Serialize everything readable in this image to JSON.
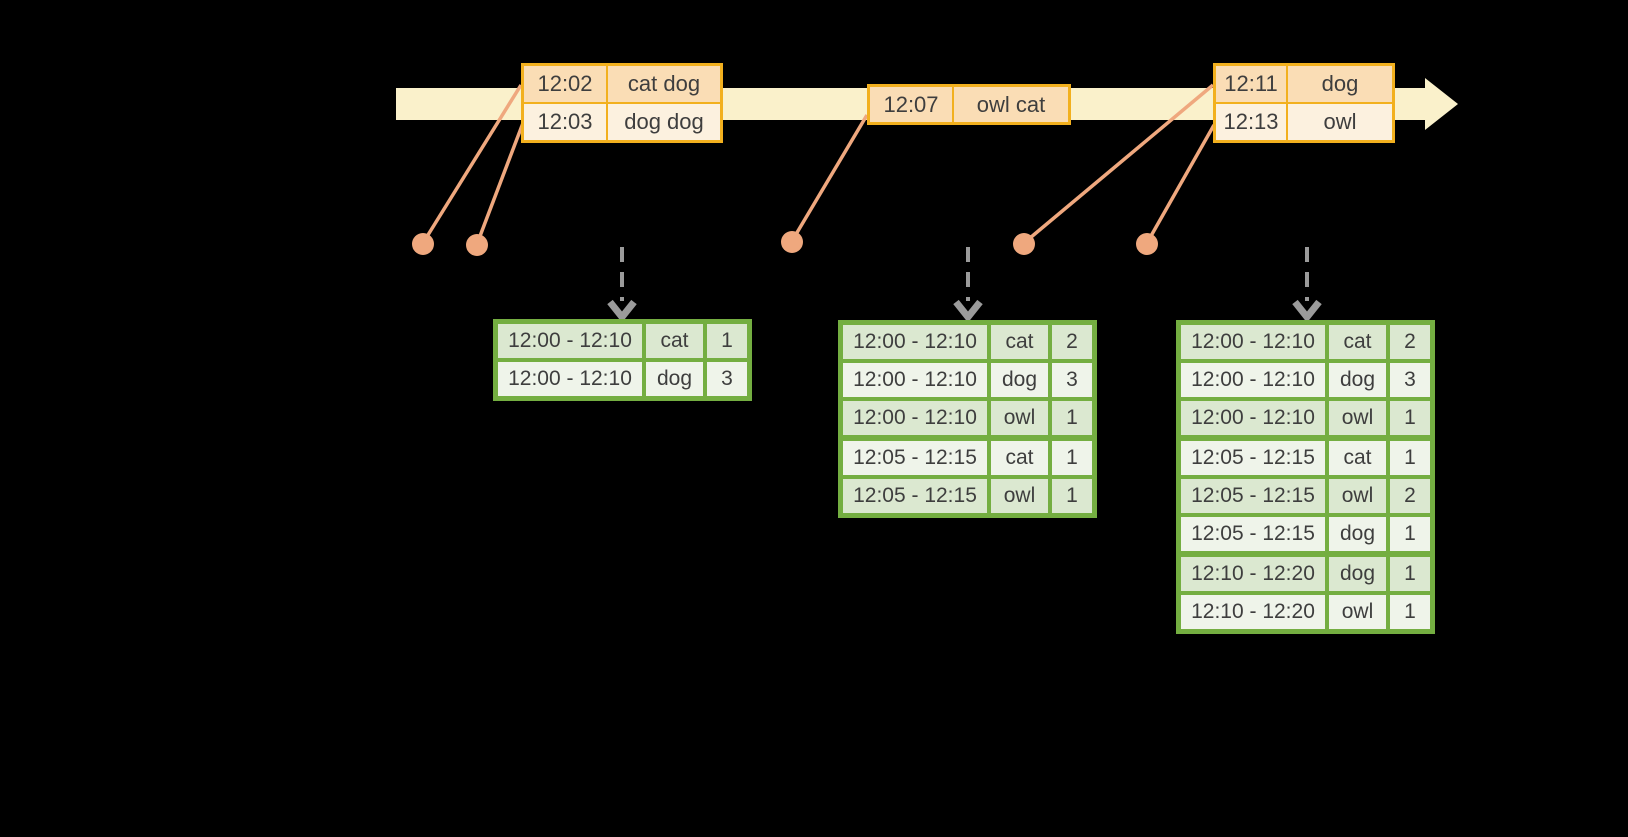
{
  "colors": {
    "background": "#000000",
    "timeline_band": "#FAF1CB",
    "event_border": "#F2B01E",
    "event_row_peach": "#FADDB5",
    "event_row_cream": "#FCF1DF",
    "connector": "#EFA87E",
    "result_border": "#74AE41",
    "result_row_green": "#DBE8D0",
    "result_row_light": "#EFF4EA",
    "trigger_arrow_gray": "#9B9B9B",
    "text": "#3E3E3E"
  },
  "timeline": {
    "event_groups": [
      {
        "rows": [
          {
            "time": "12:02",
            "words": "cat dog"
          },
          {
            "time": "12:03",
            "words": "dog dog"
          }
        ]
      },
      {
        "rows": [
          {
            "time": "12:07",
            "words": "owl cat"
          }
        ]
      },
      {
        "rows": [
          {
            "time": "12:11",
            "words": "dog"
          },
          {
            "time": "12:13",
            "words": "owl"
          }
        ]
      }
    ]
  },
  "result_tables": [
    {
      "rows": [
        {
          "window": "12:00 - 12:10",
          "word": "cat",
          "count": "1"
        },
        {
          "window": "12:00 - 12:10",
          "word": "dog",
          "count": "3"
        }
      ]
    },
    {
      "rows": [
        {
          "window": "12:00 - 12:10",
          "word": "cat",
          "count": "2"
        },
        {
          "window": "12:00 - 12:10",
          "word": "dog",
          "count": "3"
        },
        {
          "window": "12:00 - 12:10",
          "word": "owl",
          "count": "1"
        },
        {
          "window": "12:05 - 12:15",
          "word": "cat",
          "count": "1"
        },
        {
          "window": "12:05 - 12:15",
          "word": "owl",
          "count": "1"
        }
      ]
    },
    {
      "rows": [
        {
          "window": "12:00 - 12:10",
          "word": "cat",
          "count": "2"
        },
        {
          "window": "12:00 - 12:10",
          "word": "dog",
          "count": "3"
        },
        {
          "window": "12:00 - 12:10",
          "word": "owl",
          "count": "1"
        },
        {
          "window": "12:05 - 12:15",
          "word": "cat",
          "count": "1"
        },
        {
          "window": "12:05 - 12:15",
          "word": "owl",
          "count": "2"
        },
        {
          "window": "12:05 - 12:15",
          "word": "dog",
          "count": "1"
        },
        {
          "window": "12:10 - 12:20",
          "word": "dog",
          "count": "1"
        },
        {
          "window": "12:10 - 12:20",
          "word": "owl",
          "count": "1"
        }
      ]
    }
  ]
}
